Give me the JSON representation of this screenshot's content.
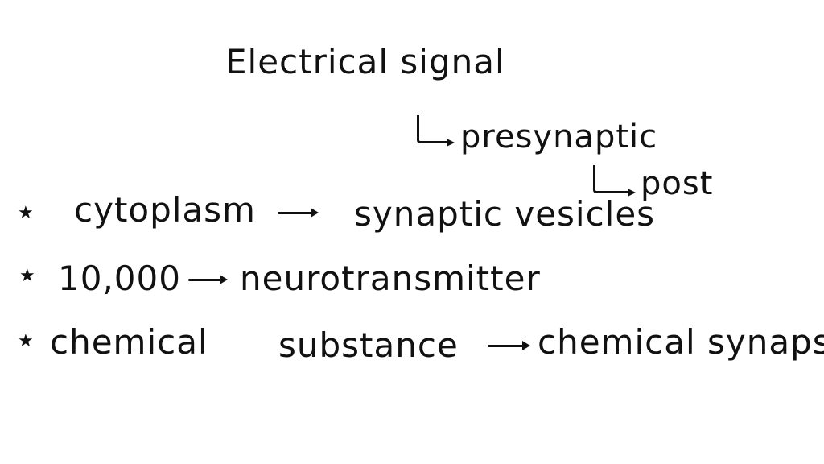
{
  "notes": {
    "title": "Electrical signal",
    "branch_1": "presynaptic",
    "branch_2": "post",
    "bullets": [
      {
        "left": "cytoplasm",
        "right": "synaptic vesicles"
      },
      {
        "left": "10,000",
        "right": "neurotransmitter"
      },
      {
        "left": "chemical",
        "middle": "substance",
        "right": "chemical synapse"
      }
    ]
  }
}
